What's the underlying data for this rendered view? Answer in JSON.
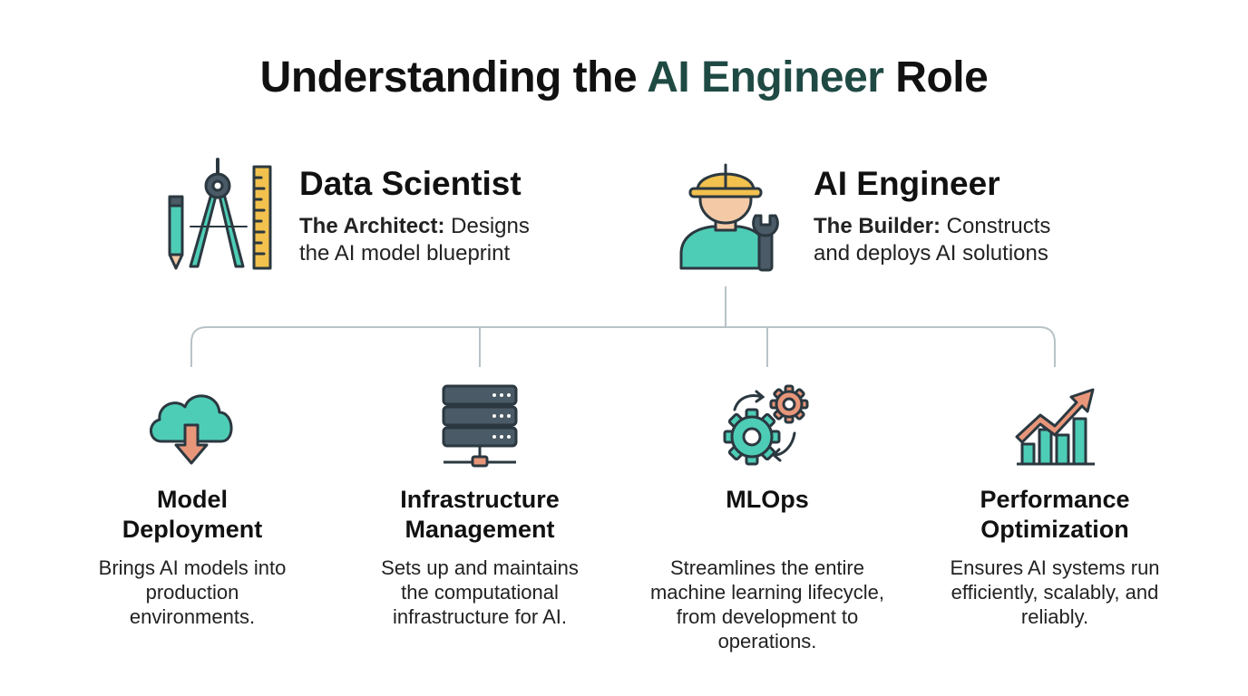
{
  "title": {
    "prefix": "Understanding the ",
    "accent": "AI Engineer",
    "suffix": " Role"
  },
  "roles": [
    {
      "name": "Data Scientist",
      "label": "The Architect:",
      "desc_first": " Designs",
      "desc_second": "the AI model blueprint",
      "icon": "drafting-tools-icon"
    },
    {
      "name": "AI Engineer",
      "label": "The Builder:",
      "desc_first": " Constructs",
      "desc_second": "and deploys AI solutions",
      "icon": "engineer-hardhat-icon"
    }
  ],
  "tasks": [
    {
      "title_line1": "Model",
      "title_line2": "Deployment",
      "desc_lines": [
        "Brings AI models into",
        "production",
        "environments."
      ],
      "icon": "cloud-download-icon"
    },
    {
      "title_line1": "Infrastructure",
      "title_line2": "Management",
      "desc_lines": [
        "Sets up and maintains",
        "the computational",
        "infrastructure for AI."
      ],
      "icon": "server-stack-icon"
    },
    {
      "title_line1": "MLOps",
      "title_line2": "",
      "desc_lines": [
        "Streamlines the entire",
        "machine learning lifecycle,",
        "from development to",
        "operations."
      ],
      "icon": "gears-cycle-icon"
    },
    {
      "title_line1": "Performance",
      "title_line2": "Optimization",
      "desc_lines": [
        "Ensures AI systems run",
        "efficiently, scalably, and",
        "reliably."
      ],
      "icon": "growth-chart-icon"
    }
  ],
  "colors": {
    "accent": "#1f4a44",
    "teal": "#4ecdb6",
    "slate": "#4a5a66",
    "orange": "#e8967a",
    "yellow": "#f2c14e",
    "skin": "#f3c9a6",
    "connector": "#b8c3c7"
  }
}
